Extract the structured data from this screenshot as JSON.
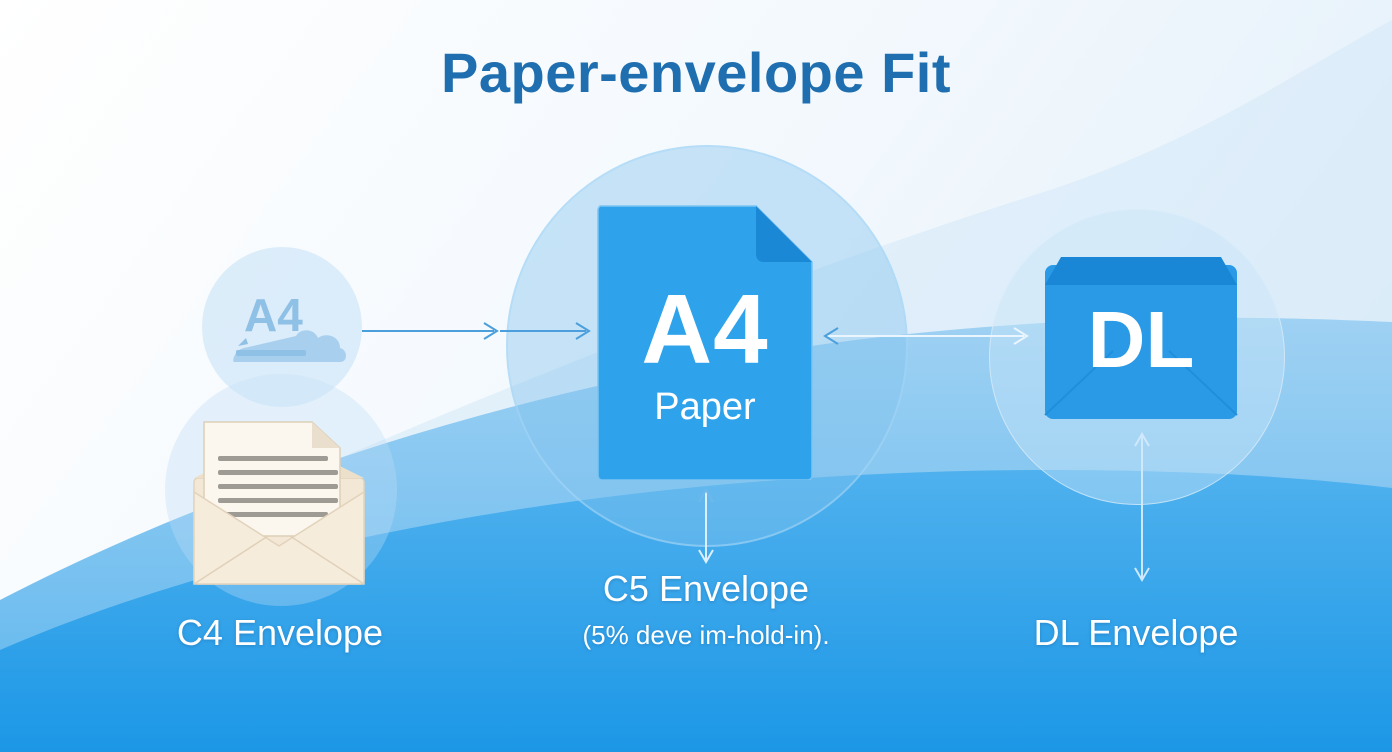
{
  "title": "Paper-envelope Fit",
  "paper": {
    "size": "A4",
    "label": "Paper"
  },
  "small_a4_icon": {
    "text": "A4"
  },
  "dl_envelope_icon": {
    "text": "DL"
  },
  "labels": {
    "c4": "C4 Envelope",
    "c5": "C5 Envelope",
    "c5_note": "(5% deve im-hold-in).",
    "dl": "DL Envelope"
  },
  "colors": {
    "title": "#1f6fb0",
    "paper_blue": "#2ea3ec",
    "envelope_blue": "#2a9ae6",
    "cream": "#f5ecdc"
  }
}
